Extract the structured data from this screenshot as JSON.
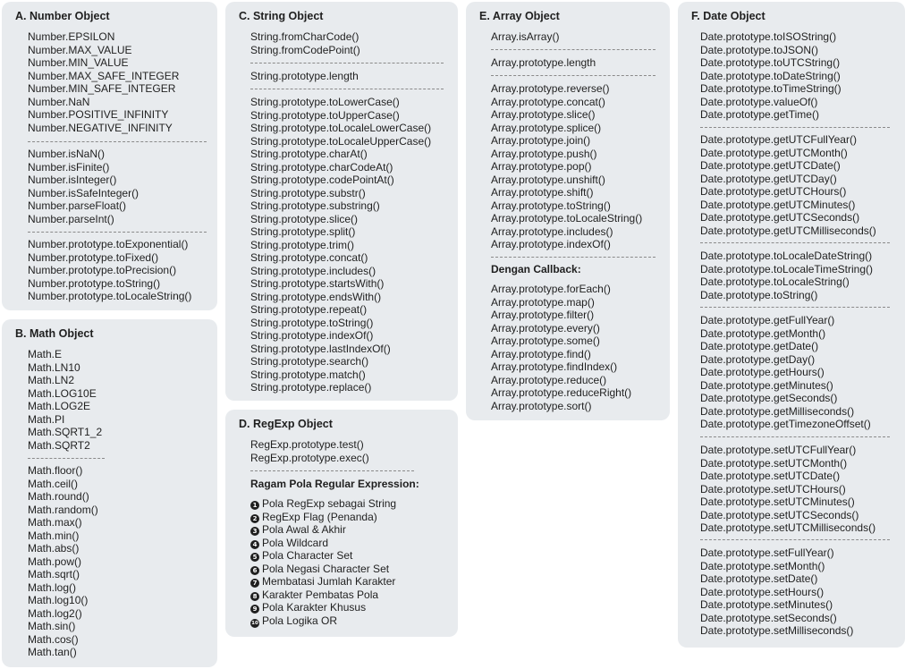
{
  "number": {
    "title": "A. Number Object",
    "constants": [
      "Number.EPSILON",
      "Number.MAX_VALUE",
      "Number.MIN_VALUE",
      "Number.MAX_SAFE_INTEGER",
      "Number.MIN_SAFE_INTEGER",
      "Number.NaN",
      "Number.POSITIVE_INFINITY",
      "Number.NEGATIVE_INFINITY"
    ],
    "static": [
      "Number.isNaN()",
      "Number.isFinite()",
      "Number.isInteger()",
      "Number.isSafeInteger()",
      "Number.parseFloat()",
      "Number.parseInt()"
    ],
    "proto": [
      "Number.prototype.toExponential()",
      "Number.prototype.toFixed()",
      "Number.prototype.toPrecision()",
      "Number.prototype.toString()",
      "Number.prototype.toLocaleString()"
    ]
  },
  "math": {
    "title": "B. Math Object",
    "constants": [
      "Math.E",
      "Math.LN10",
      "Math.LN2",
      "Math.LOG10E",
      "Math.LOG2E",
      "Math.PI",
      "Math.SQRT1_2",
      "Math.SQRT2"
    ],
    "methods": [
      "Math.floor()",
      "Math.ceil()",
      "Math.round()",
      "Math.random()",
      "Math.max()",
      "Math.min()",
      "Math.abs()",
      "Math.pow()",
      "Math.sqrt()",
      "Math.log()",
      "Math.log10()",
      "Math.log2()",
      "Math.sin()",
      "Math.cos()",
      "Math.tan()"
    ]
  },
  "string": {
    "title": "C. String Object",
    "static": [
      "String.fromCharCode()",
      "String.fromCodePoint()"
    ],
    "length": [
      "String.prototype.length"
    ],
    "methods": [
      "String.prototype.toLowerCase()",
      "String.prototype.toUpperCase()",
      "String.prototype.toLocaleLowerCase()",
      "String.prototype.toLocaleUpperCase()",
      "String.prototype.charAt()",
      "String.prototype.charCodeAt()",
      "String.prototype.codePointAt()",
      "String.prototype.substr()",
      "String.prototype.substring()",
      "String.prototype.slice()",
      "String.prototype.split()",
      "String.prototype.trim()",
      "String.prototype.concat()",
      "String.prototype.includes()",
      "String.prototype.startsWith()",
      "String.prototype.endsWith()",
      "String.prototype.repeat()",
      "String.prototype.toString()",
      "String.prototype.indexOf()",
      "String.prototype.lastIndexOf()",
      "String.prototype.search()",
      "String.prototype.match()",
      "String.prototype.replace()"
    ]
  },
  "regexp": {
    "title": "D. RegExp Object",
    "methods": [
      "RegExp.prototype.test()",
      "RegExp.prototype.exec()"
    ],
    "patterns_title": "Ragam Pola Regular Expression:",
    "patterns": [
      {
        "num": "1",
        "label": "Pola RegExp sebagai String"
      },
      {
        "num": "2",
        "label": "RegExp Flag (Penanda)"
      },
      {
        "num": "3",
        "label": "Pola Awal & Akhir"
      },
      {
        "num": "4",
        "label": "Pola Wildcard"
      },
      {
        "num": "5",
        "label": "Pola Character Set"
      },
      {
        "num": "6",
        "label": "Pola Negasi Character Set"
      },
      {
        "num": "7",
        "label": "Membatasi Jumlah Karakter"
      },
      {
        "num": "8",
        "label": "Karakter Pembatas Pola"
      },
      {
        "num": "9",
        "label": "Pola Karakter Khusus"
      },
      {
        "num": "10",
        "label": "Pola Logika OR"
      }
    ]
  },
  "array": {
    "title": "E. Array Object",
    "static": [
      "Array.isArray()"
    ],
    "length": [
      "Array.prototype.length"
    ],
    "methods": [
      "Array.prototype.reverse()",
      "Array.prototype.concat()",
      "Array.prototype.slice()",
      "Array.prototype.splice()",
      "Array.prototype.join()",
      "Array.prototype.push()",
      "Array.prototype.pop()",
      "Array.prototype.unshift()",
      "Array.prototype.shift()",
      "Array.prototype.toString()",
      "Array.prototype.toLocaleString()",
      "Array.prototype.includes()",
      "Array.prototype.indexOf()"
    ],
    "callback_title": "Dengan Callback:",
    "callbacks": [
      "Array.prototype.forEach()",
      "Array.prototype.map()",
      "Array.prototype.filter()",
      "Array.prototype.every()",
      "Array.prototype.some()",
      "Array.prototype.find()",
      "Array.prototype.findIndex()",
      "Array.prototype.reduce()",
      "Array.prototype.reduceRight()",
      "Array.prototype.sort()"
    ]
  },
  "date": {
    "title": "F. Date Object",
    "convert": [
      "Date.prototype.toISOString()",
      "Date.prototype.toJSON()",
      "Date.prototype.toUTCString()",
      "Date.prototype.toDateString()",
      "Date.prototype.toTimeString()",
      "Date.prototype.valueOf()",
      "Date.prototype.getTime()"
    ],
    "utc_get": [
      "Date.prototype.getUTCFullYear()",
      "Date.prototype.getUTCMonth()",
      "Date.prototype.getUTCDate()",
      "Date.prototype.getUTCDay()",
      "Date.prototype.getUTCHours()",
      "Date.prototype.getUTCMinutes()",
      "Date.prototype.getUTCSeconds()",
      "Date.prototype.getUTCMilliseconds()"
    ],
    "locale": [
      "Date.prototype.toLocaleDateString()",
      "Date.prototype.toLocaleTimeString()",
      "Date.prototype.toLocaleString()",
      "Date.prototype.toString()"
    ],
    "get": [
      "Date.prototype.getFullYear()",
      "Date.prototype.getMonth()",
      "Date.prototype.getDate()",
      "Date.prototype.getDay()",
      "Date.prototype.getHours()",
      "Date.prototype.getMinutes()",
      "Date.prototype.getSeconds()",
      "Date.prototype.getMilliseconds()",
      "Date.prototype.getTimezoneOffset()"
    ],
    "utc_set": [
      "Date.prototype.setUTCFullYear()",
      "Date.prototype.setUTCMonth()",
      "Date.prototype.setUTCDate()",
      "Date.prototype.setUTCHours()",
      "Date.prototype.setUTCMinutes()",
      "Date.prototype.setUTCSeconds()",
      "Date.prototype.setUTCMilliseconds()"
    ],
    "set": [
      "Date.prototype.setFullYear()",
      "Date.prototype.setMonth()",
      "Date.prototype.setDate()",
      "Date.prototype.setHours()",
      "Date.prototype.setMinutes()",
      "Date.prototype.setSeconds()",
      "Date.prototype.setMilliseconds()"
    ]
  }
}
